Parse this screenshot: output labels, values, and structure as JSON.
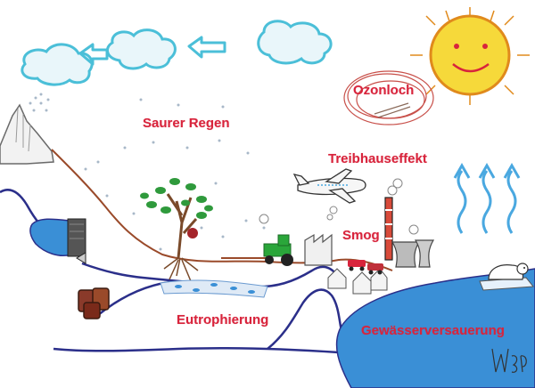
{
  "labels": {
    "ozonloch": "Ozonloch",
    "saurer_regen": "Saurer Regen",
    "treibhauseffekt": "Treibhauseffekt",
    "smog": "Smog",
    "eutrophierung": "Eutrophierung",
    "gewaesserversauerung": "Gewässerversauerung"
  },
  "colors": {
    "label": "#d8243c",
    "cloud": "#4bbfd8",
    "sun": "#f6d93a",
    "sun_outline": "#e08a1c",
    "water": "#3a8fd6",
    "river": "#2b2f8a",
    "ground": "#9a4a2a",
    "ozone_ring": "#c8504a",
    "heat_arrows": "#4aa8e0",
    "tree_leaves": "#2f9a3c",
    "tractor": "#2aa63a"
  },
  "icons": [
    "cloud-icon",
    "wind-arrow-icon",
    "sun-icon",
    "ozone-hole-icon",
    "mountain-icon",
    "rain-icon",
    "tree-icon",
    "tractor-icon",
    "airplane-icon",
    "factory-icon",
    "car-icon",
    "polar-bear-icon",
    "heat-arrow-icon",
    "dam-icon",
    "barrel-icon",
    "signature-icon"
  ]
}
